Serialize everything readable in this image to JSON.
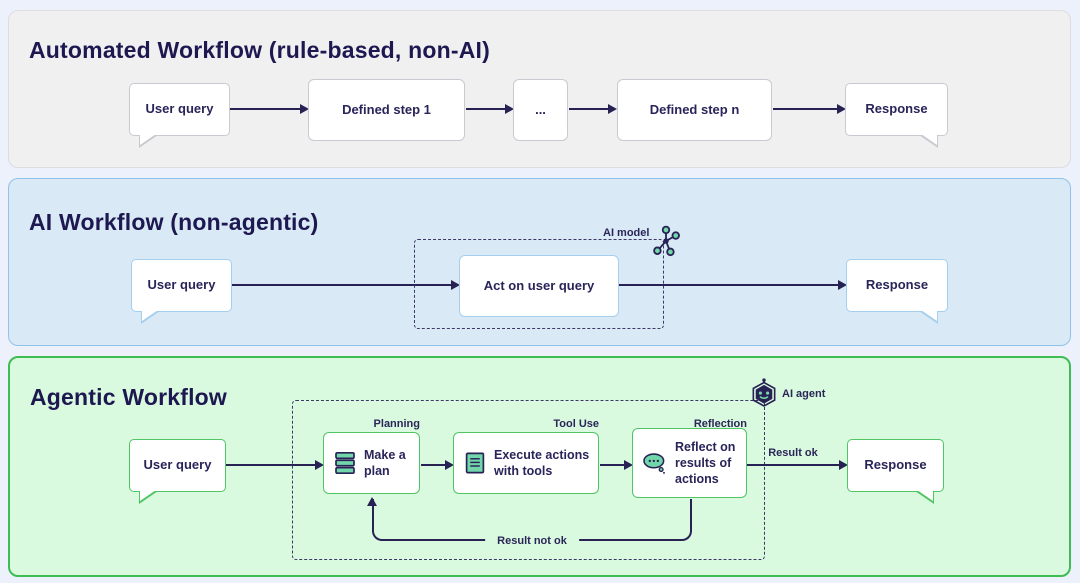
{
  "colors": {
    "page_bg": "#edf1fb",
    "navy_ink": "#272253",
    "title_ink": "#1d1850",
    "panel_gray_bg": "#f0f0f1",
    "panel_blue_bg": "#d9e9f6",
    "panel_blue_border": "#8fc3e9",
    "panel_green_bg": "#d9fadf",
    "panel_green_border": "#3fbc53",
    "icon_teal": "#72d6ab"
  },
  "panels": [
    {
      "title": "Automated Workflow (rule-based, non-AI)",
      "nodes": {
        "user_query": "User query",
        "step1": "Defined step 1",
        "ellipsis": "...",
        "stepn": "Defined step n",
        "response": "Response"
      }
    },
    {
      "title": "AI Workflow (non-agentic)",
      "nodes": {
        "user_query": "User query",
        "act": "Act on user query",
        "response": "Response"
      },
      "labels": {
        "ai_model": "AI model"
      },
      "icons": {
        "ai_model": "molecule-network-icon"
      }
    },
    {
      "title": "Agentic Workflow",
      "nodes": {
        "user_query": "User query",
        "plan": "Make a\nplan",
        "execute": "Execute actions\nwith tools",
        "reflect": "Reflect on\nresults of\nactions",
        "response": "Response"
      },
      "labels": {
        "planning": "Planning",
        "tool_use": "Tool Use",
        "reflection": "Reflection",
        "result_ok": "Result ok",
        "result_not_ok": "Result not ok",
        "ai_agent": "AI agent"
      },
      "icons": {
        "plan": "layers-icon",
        "execute": "document-icon",
        "reflect": "thought-bubble-icon",
        "ai_agent": "robot-hexagon-icon"
      }
    }
  ]
}
